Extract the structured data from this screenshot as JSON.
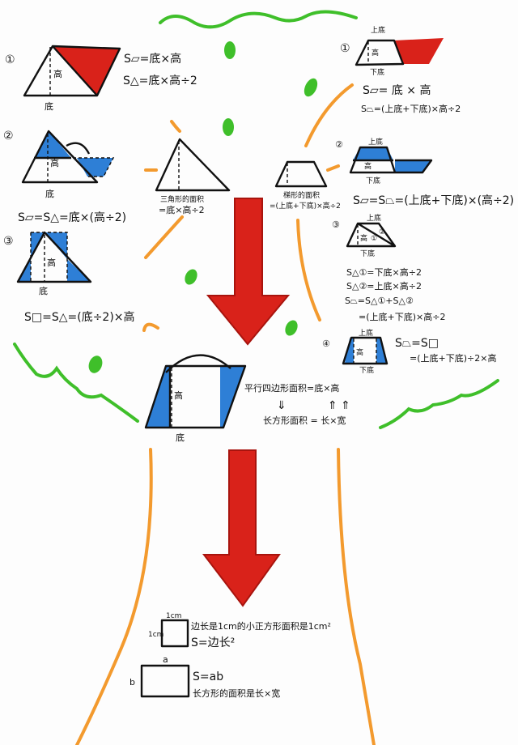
{
  "colors": {
    "red": "#d9221a",
    "blue": "#2e7fd6",
    "green": "#3fbf2a",
    "orange": "#f39a2e",
    "ink": "#111111"
  },
  "labels": {
    "base": "底",
    "height": "高",
    "top_base": "上底",
    "bottom_base": "下底",
    "unit": "1cm",
    "a": "a",
    "b": "b"
  },
  "numbers": {
    "n1": "①",
    "n2": "②",
    "n3": "③",
    "n4": "④"
  },
  "parallelogram_triangle": {
    "m1_f1": "S▱=底×高",
    "m1_f2": "S△=底×高÷2",
    "m2_f": "S▱=S△=底×(高÷2)",
    "m3_f": "S□=S△=(底÷2)×高"
  },
  "triangle_area": {
    "line1": "三角形的面积",
    "line2": "=底×高÷2"
  },
  "trapezoid_area": {
    "line1": "梯形的面积",
    "line2": "=(上底+下底)×高÷2"
  },
  "trapezoid_methods": {
    "m1_f1": "S▱=  底  ×  高",
    "m1_f2": "S⏢=(上底+下底)×高÷2",
    "m2_f": "S▱=S⏢=(上底+下底)×(高÷2)",
    "m3_tri1": "①",
    "m3_tri2": "②",
    "m3_f1": "S△①=下底×高÷2",
    "m3_f2": "S△②=上底×高÷2",
    "m3_f3": "S⏢=S△①+S△②",
    "m3_f4": "=(上底+下底)×高÷2",
    "m4_f1": "S⏢=S□",
    "m4_f2": "=(上底+下底)÷2×高"
  },
  "center": {
    "para_area": "平行四边形面积=底×高",
    "arrow_down": "⇓",
    "arrow_up": "⇑ ⇑",
    "rect_area": "长方形面积 = 长×宽"
  },
  "bottom": {
    "unit_square_text": "边长是1cm的小正方形面积是1cm²",
    "square_formula": "S=边长²",
    "rect_formula": "S=ab",
    "rect_text": "长方形的面积是长×宽"
  }
}
